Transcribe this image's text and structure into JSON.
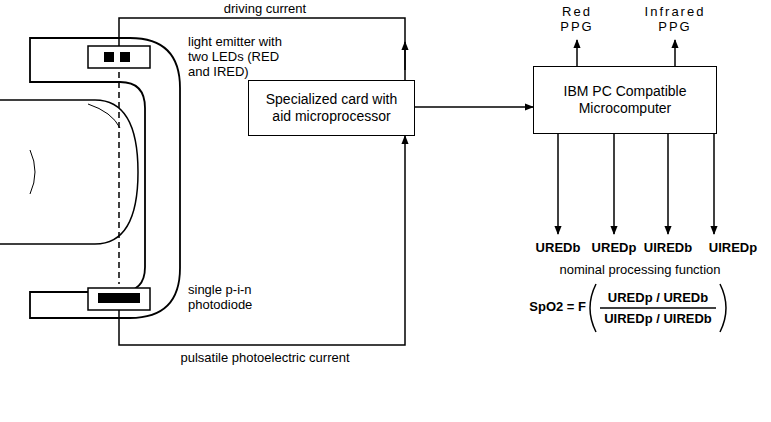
{
  "diagram": {
    "nodes": [
      {
        "text": [
          "Specialized card with aid microprocessor"
        ]
      },
      {
        "text": [
          "IBM PC Compatible Microcomputer"
        ]
      }
    ],
    "edges": [
      {
        "from": 0,
        "to": 1,
        "arrow": "to"
      }
    ],
    "labels": [
      "driving current",
      "light emitter with two LEDs (RED and IRED)",
      "single p-i-n photodiode",
      "pulsatile photoelectric current",
      "Red PPG",
      "Infrared PPG",
      "UREDb",
      "UREDp",
      "UIREDb",
      "UIREDp",
      "nominal processing function",
      "SpO2 = F",
      "UREDp / UREDb",
      "UIREDp / UIREDb"
    ]
  }
}
